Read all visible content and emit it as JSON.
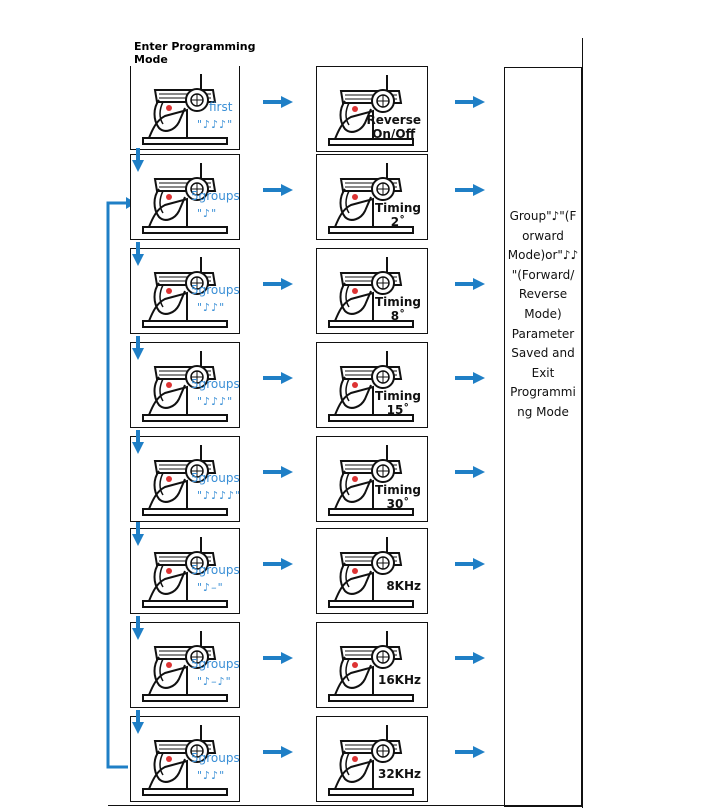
{
  "title": [
    "Enter Programming",
    "Mode"
  ],
  "rows": [
    {
      "left_label": "first",
      "left_notes": "\"♪♪♪\"",
      "right_label": [
        "Reverse",
        "On/Off"
      ]
    },
    {
      "left_label": "5groups",
      "left_notes": "\"♪\"",
      "right_label": [
        "Timing",
        "2˚"
      ]
    },
    {
      "left_label": "5groups",
      "left_notes": "\"♪♪\"",
      "right_label": [
        "Timing",
        "8˚"
      ]
    },
    {
      "left_label": "5groups",
      "left_notes": "\"♪♪♪\"",
      "right_label": [
        "Timing",
        "15˚"
      ]
    },
    {
      "left_label": "5groups",
      "left_notes": "\"♪♪♪♪\"",
      "right_label": [
        "Timing",
        "30˚"
      ]
    },
    {
      "left_label": "5groups",
      "left_notes": "\"♪–\"",
      "right_label": [
        "8KHz"
      ]
    },
    {
      "left_label": "5groups",
      "left_notes": "\"♪–♪\"",
      "right_label": [
        "16KHz"
      ]
    },
    {
      "left_label": "5groups",
      "left_notes": "\"♪♪\"",
      "right_label": [
        "32KHz"
      ]
    }
  ],
  "final_text": [
    "Group\"♪\"(F",
    "orward",
    "Mode)or\"♪♪",
    "\"(Forward/",
    "Reverse",
    "Mode)",
    "Parameter",
    "Saved and",
    "Exit",
    "Programmi",
    "ng Mode"
  ],
  "colors": {
    "arrow": "#1f7fc6",
    "label": "#3a8fd6",
    "ink": "#111111"
  }
}
